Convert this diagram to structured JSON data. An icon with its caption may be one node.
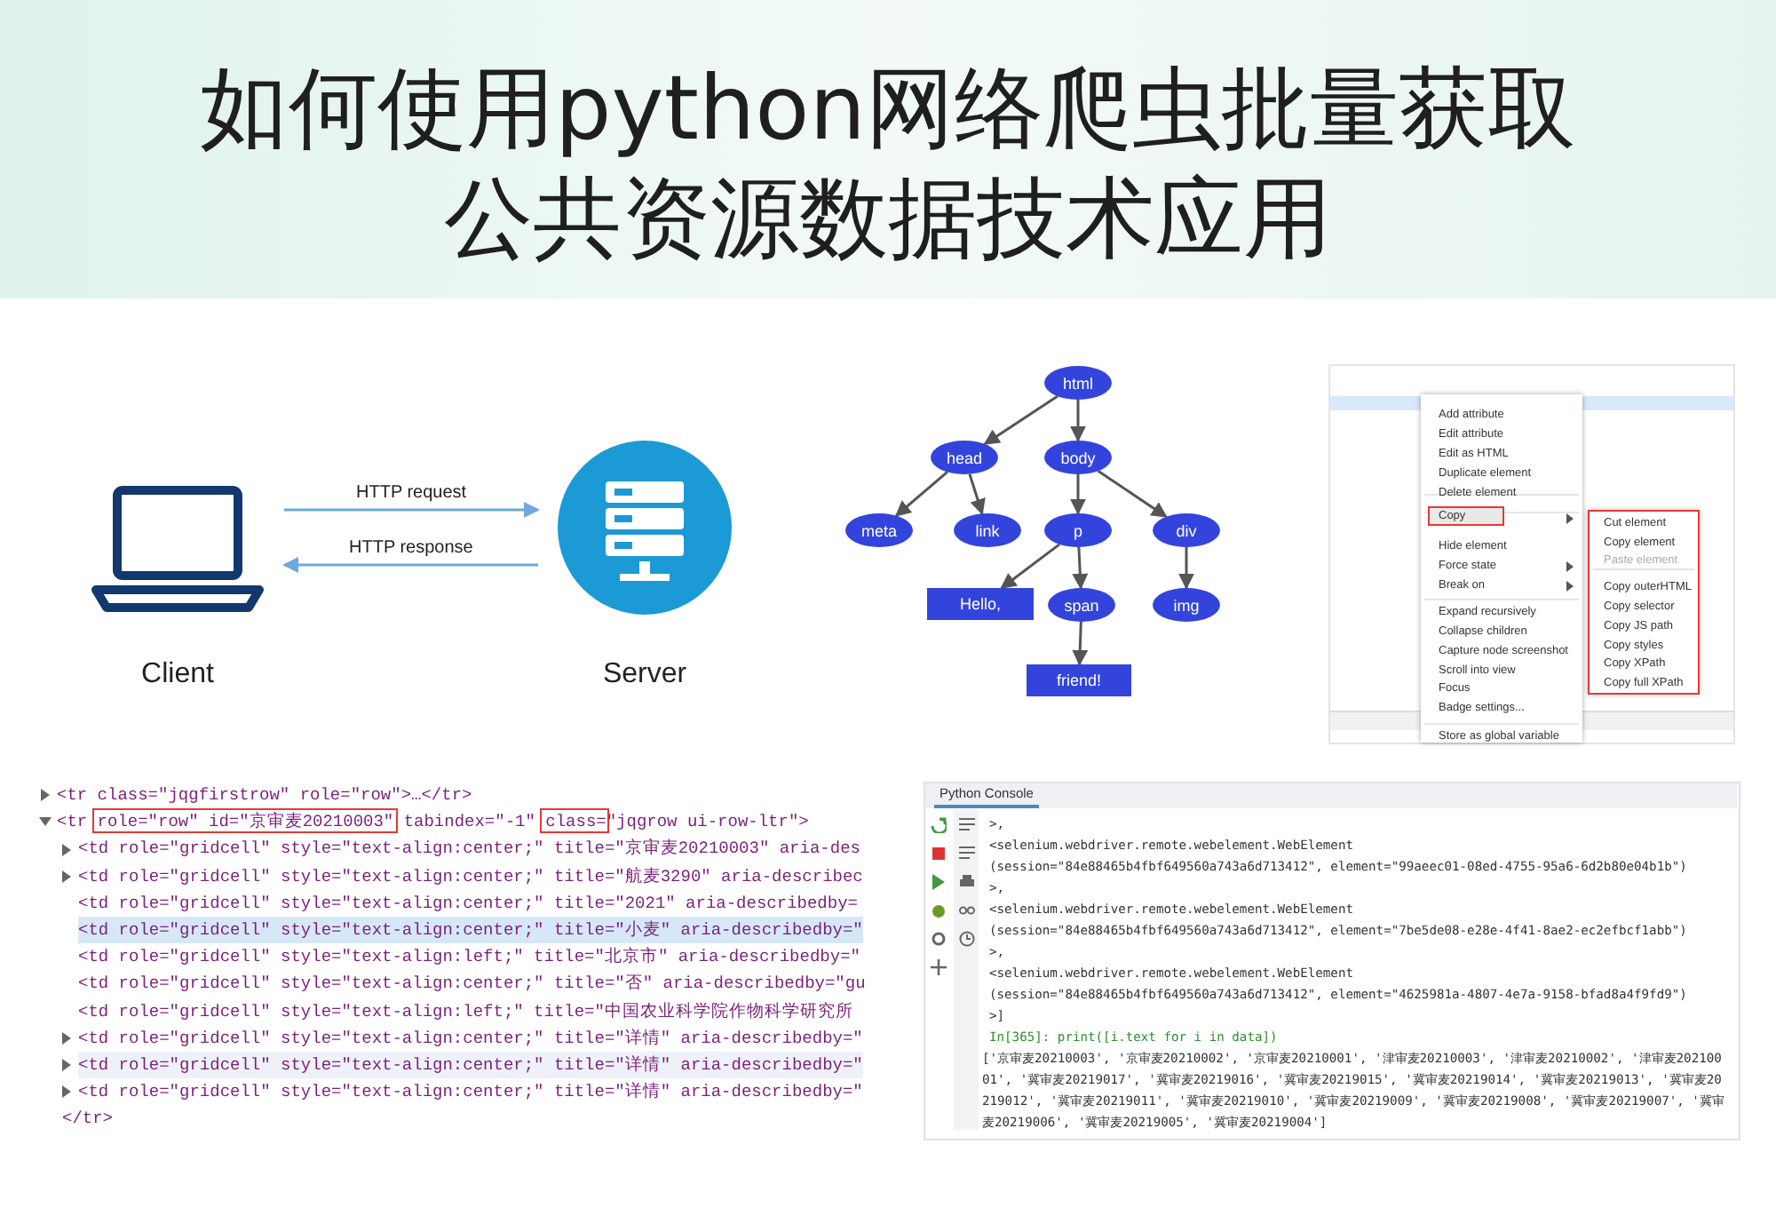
{
  "diagram": {
    "title": "如何使用python网络爬虫批量获取公共资源数据技术应用",
    "nodes": [
      {
        "text": [
          "Client"
        ]
      },
      {
        "text": [
          "Server"
        ]
      },
      {
        "text": [
          "html"
        ]
      },
      {
        "text": [
          "head"
        ]
      },
      {
        "text": [
          "body"
        ]
      },
      {
        "text": [
          "meta"
        ]
      },
      {
        "text": [
          "link"
        ]
      },
      {
        "text": [
          "p"
        ]
      },
      {
        "text": [
          "div"
        ]
      },
      {
        "text": [
          "Hello,"
        ]
      },
      {
        "text": [
          "span"
        ]
      },
      {
        "text": [
          "img"
        ]
      },
      {
        "text": [
          "friend!"
        ]
      }
    ],
    "edges": [
      {
        "from": 0,
        "to": 1,
        "arrow": "to",
        "label": "HTTP request",
        "color": "#6fa8dc"
      },
      {
        "from": 1,
        "to": 0,
        "arrow": "to",
        "label": "HTTP response",
        "color": "#6fa8dc"
      },
      {
        "from": 2,
        "to": 3,
        "arrow": "to"
      },
      {
        "from": 2,
        "to": 4,
        "arrow": "to"
      },
      {
        "from": 3,
        "to": 5,
        "arrow": "to"
      },
      {
        "from": 3,
        "to": 6,
        "arrow": "to"
      },
      {
        "from": 4,
        "to": 7,
        "arrow": "to"
      },
      {
        "from": 4,
        "to": 8,
        "arrow": "to"
      },
      {
        "from": 7,
        "to": 9,
        "arrow": "to"
      },
      {
        "from": 7,
        "to": 10,
        "arrow": "to"
      },
      {
        "from": 8,
        "to": 11,
        "arrow": "to"
      },
      {
        "from": 10,
        "to": 12,
        "arrow": "to"
      }
    ],
    "labels": [
      "Add attribute",
      "Edit attribute",
      "Edit as HTML",
      "Duplicate element",
      "Delete element",
      "Copy",
      "Hide element",
      "Force state",
      "Break on",
      "Expand recursively",
      "Collapse children",
      "Capture node screenshot",
      "Scroll into view",
      "Focus",
      "Badge settings...",
      "Store as global variable",
      "Cut element",
      "Copy element",
      "Paste element",
      "Copy outerHTML",
      "Copy selector",
      "Copy JS path",
      "Copy styles",
      "Copy XPath",
      "Copy full XPath",
      "<tr class=\"jqgfirstrow\" role=\"row\">…</tr>",
      "<tr role=\"row\" id=\"京审麦20210003\" tabindex=\"-1\" class=\"jqgrow ui-row-ltr\">",
      "<td role=\"gridcell\" style=\"text-align:center;\" title=\"京审麦20210003\" aria-des",
      "<td role=\"gridcell\" style=\"text-align:center;\" title=\"航麦3290\" aria-describec",
      "<td role=\"gridcell\" style=\"text-align:center;\" title=\"2021\" aria-describedby=",
      "<td role=\"gridcell\" style=\"text-align:center;\" title=\"小麦\" aria-describedby=\"",
      "<td role=\"gridcell\" style=\"text-align:left;\" title=\"北京市\" aria-describedby=\"",
      "<td role=\"gridcell\" style=\"text-align:center;\" title=\"否\" aria-describedby=\"gu",
      "<td role=\"gridcell\" style=\"text-align:left;\" title=\"中国农业科学院作物科学研究所",
      "<td role=\"gridcell\" style=\"text-align:center;\" title=\"详情\" aria-describedby=\"",
      "<td role=\"gridcell\" style=\"text-align:center;\" title=\"详情\" aria-describedby=\"",
      "<td role=\"gridcell\" style=\"text-align:center;\" title=\"详情\" aria-describedby=\"",
      "</tr>",
      "Python Console",
      ">,",
      "<selenium.webdriver.remote.webelement.WebElement",
      "(session=\"84e88465b4fbf649560a743a6d713412\", element=\"99aeec01-08ed-4755-95a6-6d2b80e04b1b\")",
      ">,",
      "<selenium.webdriver.remote.webelement.WebElement",
      "(session=\"84e88465b4fbf649560a743a6d713412\", element=\"7be5de08-e28e-4f41-8ae2-ec2efbcf1abb\")",
      ">,",
      "<selenium.webdriver.remote.webelement.WebElement",
      "(session=\"84e88465b4fbf649560a743a6d713412\", element=\"4625981a-4807-4e7a-9158-bfad8a4f9fd9\")",
      ">]",
      "In[365]: print([i.text for i in data])",
      "['京审麦20210003', '京审麦20210002', '京审麦20210001', '津审麦20210003', '津审麦20210002', '津审麦20210001', '冀审麦20219017', '冀审麦20219016', '冀审麦20219015', '冀审麦20219014', '冀审麦20219013', '冀审麦20219012', '冀审麦20219011', '冀审麦20219010', '冀审麦20219009', '冀审麦20219008', '冀审麦20219007', '冀审麦20219006', '冀审麦20219005', '冀审麦20219004']"
    ]
  }
}
